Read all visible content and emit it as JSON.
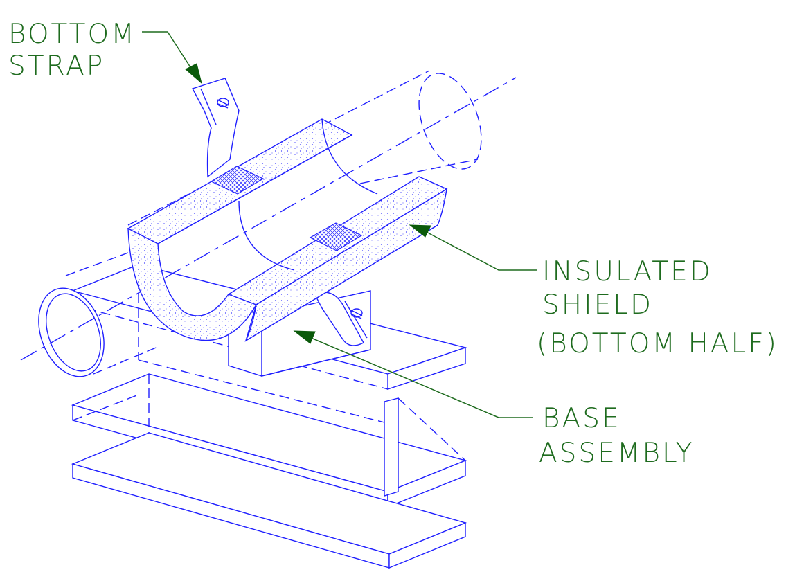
{
  "labels": {
    "bottom_strap": [
      "BOTTOM",
      "STRAP"
    ],
    "insulated_shield": [
      "INSULATED",
      "SHIELD",
      "(BOTTOM  HALF)"
    ],
    "base_assembly": [
      "BASE",
      "ASSEMBLY"
    ]
  },
  "colors": {
    "linework": "#1f1fff",
    "callout_text": "#1e6b1e",
    "arrow_head": "#0b5a0b",
    "background": "#ffffff"
  }
}
